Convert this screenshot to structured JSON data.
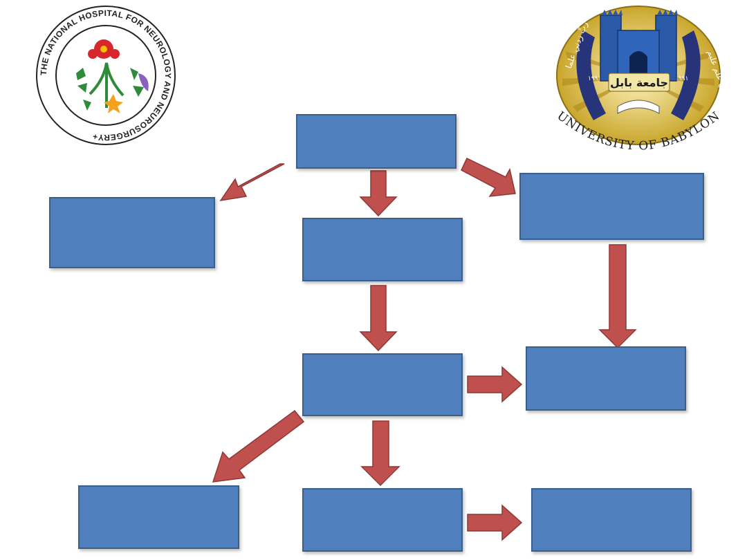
{
  "logos": {
    "hospital": {
      "ring_text": "THE NATIONAL HOSPITAL FOR NEUROLOGY AND NEUROSURGERY",
      "separator": "+",
      "icon": "floral-emblem-icon"
    },
    "university": {
      "ribbon_text": "UNIVERSITY OF BABYLON",
      "arabic_name": "جامعة بابل",
      "side_text_left": "ربِّ زدني علما",
      "side_text_right": "وفوق كل ذي علم عليم",
      "year_left": "١٩٩١",
      "year_right": "١٩٩١",
      "icon": "ishtar-gate-emblem-icon"
    }
  },
  "diagram": {
    "boxes": [
      {
        "id": "top",
        "label": ""
      },
      {
        "id": "left",
        "label": ""
      },
      {
        "id": "center",
        "label": ""
      },
      {
        "id": "right",
        "label": ""
      },
      {
        "id": "middle",
        "label": ""
      },
      {
        "id": "right-middle",
        "label": ""
      },
      {
        "id": "bottom-left",
        "label": ""
      },
      {
        "id": "bottom-center",
        "label": ""
      },
      {
        "id": "bottom-right",
        "label": ""
      }
    ],
    "arrows": [
      {
        "from": "top",
        "to": "left"
      },
      {
        "from": "top",
        "to": "center"
      },
      {
        "from": "top",
        "to": "right"
      },
      {
        "from": "center",
        "to": "middle"
      },
      {
        "from": "right",
        "to": "right-middle"
      },
      {
        "from": "middle",
        "to": "right-middle"
      },
      {
        "from": "middle",
        "to": "bottom-left"
      },
      {
        "from": "middle",
        "to": "bottom-center"
      },
      {
        "from": "bottom-center",
        "to": "bottom-right"
      }
    ],
    "colors": {
      "box_fill": "#4f7fbd",
      "box_border": "#3a5f8e",
      "arrow_fill": "#c0504d",
      "arrow_stroke": "#8c3836"
    }
  }
}
